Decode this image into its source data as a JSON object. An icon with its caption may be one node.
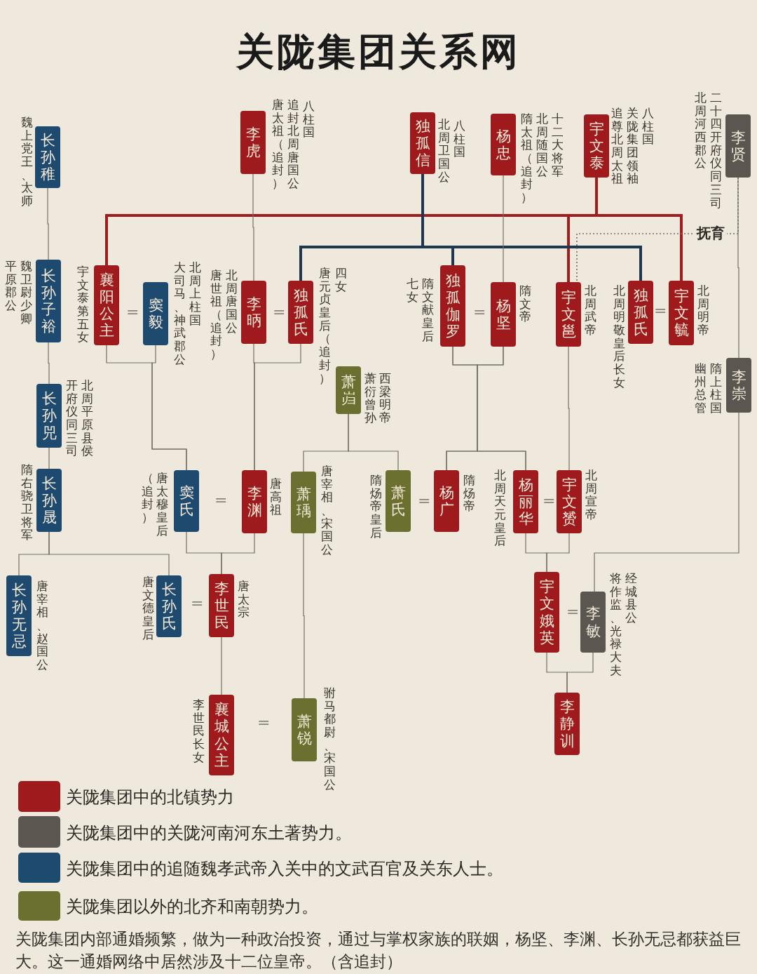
{
  "diagram": {
    "title": "关陇集团关系网",
    "caption": "关陇集团内部通婚频繁，做为一种政治投资，通过与掌权家族的联姻，杨坚、李渊、长孙无忌都获益巨大。这一通婚网络中居然涉及十二位皇帝。（含追封）",
    "nodes": [
      {
        "text": [
          "长孙稚"
        ],
        "beside": [
          "魏上党王、太师"
        ]
      },
      {
        "text": [
          "李虎"
        ],
        "beside": [
          "八柱国",
          "追封北周唐国公",
          "唐太祖（追封）"
        ]
      },
      {
        "text": [
          "独孤信"
        ],
        "beside": [
          "八柱国",
          "北周卫国公"
        ]
      },
      {
        "text": [
          "杨忠"
        ],
        "beside": [
          "十二大将军",
          "北周随国公",
          "隋太祖（追封）"
        ]
      },
      {
        "text": [
          "宇文泰"
        ],
        "beside": [
          "八柱国",
          "关陇集团领袖",
          "追尊北周太祖"
        ]
      },
      {
        "text": [
          "李贤"
        ],
        "beside": [
          "二十四开府仪同三司",
          "北周河西郡公"
        ]
      },
      {
        "text": [
          "长孙子裕"
        ],
        "beside": [
          "魏卫尉少卿",
          "平原郡公"
        ]
      },
      {
        "text": [
          "襄阳公主"
        ],
        "beside": [
          "宇文泰第五女"
        ]
      },
      {
        "text": [
          "窦毅"
        ],
        "beside": [
          "北周上柱国",
          "大司马、神武郡公"
        ]
      },
      {
        "text": [
          "李昞"
        ],
        "beside": [
          "北周唐国公",
          "唐世祖（追封）"
        ]
      },
      {
        "text": [
          "独孤氏"
        ],
        "beside": [
          "四女",
          "唐元贞皇后（追封）"
        ]
      },
      {
        "text": [
          "独孤伽罗"
        ],
        "beside": [
          "隋文献皇后",
          "七女"
        ]
      },
      {
        "text": [
          "杨坚"
        ],
        "beside": [
          "隋文帝"
        ]
      },
      {
        "text": [
          "宇文邕"
        ],
        "beside": [
          "北周武帝"
        ]
      },
      {
        "text": [
          "独孤氏"
        ],
        "beside": [
          "北周明敬皇后长女"
        ]
      },
      {
        "text": [
          "宇文毓"
        ],
        "beside": [
          "北周明帝"
        ]
      },
      {
        "text": [
          "李崇"
        ],
        "beside": [
          "隋上柱国",
          "幽州总管"
        ]
      },
      {
        "text": [
          "萧岿"
        ],
        "beside": [
          "西梁明帝",
          "萧衍曾孙"
        ]
      },
      {
        "text": [
          "长孙兕"
        ],
        "beside": [
          "北周平原县侯",
          "开府仪同三司"
        ]
      },
      {
        "text": [
          "长孙晟"
        ],
        "beside": [
          "隋右骁卫将军"
        ]
      },
      {
        "text": [
          "窦氏"
        ],
        "beside": [
          "唐太穆皇后",
          "（追封）"
        ]
      },
      {
        "text": [
          "李渊"
        ],
        "beside": [
          "唐高祖"
        ]
      },
      {
        "text": [
          "萧瑀"
        ],
        "beside": [
          "唐宰相、宋国公"
        ]
      },
      {
        "text": [
          "萧氏"
        ],
        "beside": [
          "隋炀帝皇后"
        ]
      },
      {
        "text": [
          "杨广"
        ],
        "beside": [
          "隋炀帝"
        ]
      },
      {
        "text": [
          "杨丽华"
        ],
        "beside": [
          "北周天元皇后"
        ]
      },
      {
        "text": [
          "宇文赟"
        ],
        "beside": [
          "北周宣帝"
        ]
      },
      {
        "text": [
          "长孙无忌"
        ],
        "beside": [
          "唐宰相、赵国公"
        ]
      },
      {
        "text": [
          "长孙氏"
        ],
        "beside": [
          "唐文德皇后"
        ]
      },
      {
        "text": [
          "李世民"
        ],
        "beside": [
          "唐太宗"
        ]
      },
      {
        "text": [
          "宇文娥英"
        ]
      },
      {
        "text": [
          "李敏"
        ],
        "beside": [
          "经城县公",
          "将作监、光禄大夫"
        ]
      },
      {
        "text": [
          "李静训"
        ]
      },
      {
        "text": [
          "襄城公主"
        ],
        "beside": [
          "李世民长女"
        ]
      },
      {
        "text": [
          "萧锐"
        ],
        "beside": [
          "驸马都尉、宋国公"
        ]
      }
    ],
    "edges": [
      {
        "from": 4,
        "to": 7,
        "arrow": "none",
        "style": "thick",
        "color": "#a11d1d"
      },
      {
        "from": 4,
        "to": 13,
        "arrow": "none",
        "style": "thick",
        "color": "#a11d1d"
      },
      {
        "from": 4,
        "to": 15,
        "arrow": "none",
        "style": "thick",
        "color": "#a11d1d"
      },
      {
        "from": 2,
        "to": 10,
        "arrow": "none",
        "style": "thick",
        "color": "#1e3650"
      },
      {
        "from": 2,
        "to": 11,
        "arrow": "none",
        "style": "thick",
        "color": "#1e3650"
      },
      {
        "from": 2,
        "to": 14,
        "arrow": "none",
        "style": "thick",
        "color": "#1e3650"
      },
      {
        "from": 5,
        "to": 13,
        "arrow": "none",
        "style": "dashed",
        "label": "抚育"
      },
      {
        "from": 0,
        "to": 6,
        "arrow": "none"
      },
      {
        "from": 6,
        "to": 18,
        "arrow": "none"
      },
      {
        "from": 18,
        "to": 19,
        "arrow": "none"
      },
      {
        "from": 19,
        "to": 27,
        "arrow": "none"
      },
      {
        "from": 19,
        "to": 28,
        "arrow": "none"
      },
      {
        "from": 1,
        "to": 9,
        "arrow": "none"
      },
      {
        "from": 3,
        "to": 12,
        "arrow": "none"
      },
      {
        "from": 5,
        "to": 16,
        "arrow": "none"
      },
      {
        "from": 16,
        "to": 31,
        "arrow": "none"
      },
      {
        "from": 7,
        "to": 20,
        "arrow": "none"
      },
      {
        "from": 8,
        "to": 20,
        "arrow": "none"
      },
      {
        "from": 9,
        "to": 21,
        "arrow": "none"
      },
      {
        "from": 10,
        "to": 21,
        "arrow": "none"
      },
      {
        "from": 17,
        "to": 22,
        "arrow": "none"
      },
      {
        "from": 17,
        "to": 23,
        "arrow": "none"
      },
      {
        "from": 11,
        "to": 24,
        "arrow": "none"
      },
      {
        "from": 12,
        "to": 24,
        "arrow": "none"
      },
      {
        "from": 11,
        "to": 25,
        "arrow": "none"
      },
      {
        "from": 12,
        "to": 25,
        "arrow": "none"
      },
      {
        "from": 13,
        "to": 26,
        "arrow": "none"
      },
      {
        "from": 20,
        "to": 29,
        "arrow": "none"
      },
      {
        "from": 21,
        "to": 29,
        "arrow": "none"
      },
      {
        "from": 25,
        "to": 30,
        "arrow": "none"
      },
      {
        "from": 26,
        "to": 30,
        "arrow": "none"
      },
      {
        "from": 29,
        "to": 33,
        "arrow": "none"
      },
      {
        "from": 22,
        "to": 34,
        "arrow": "none"
      },
      {
        "from": 30,
        "to": 32,
        "arrow": "none"
      },
      {
        "from": 31,
        "to": 32,
        "arrow": "none"
      }
    ],
    "labels": [
      "=",
      "=",
      "=",
      "=",
      "=",
      "=",
      "=",
      "=",
      "=",
      "="
    ],
    "legend": [
      {
        "text": "关陇集团中的北镇势力",
        "color": "#9e1a1c"
      },
      {
        "text": "关陇集团中的关陇河南河东土著势力。",
        "color": "#5b5750"
      },
      {
        "text": "关陇集团中的追随魏孝武帝入关中的文武百官及关东人士。",
        "color": "#1f4a70"
      },
      {
        "text": "关陇集团以外的北齐和南朝势力。",
        "color": "#6b7030"
      }
    ]
  }
}
